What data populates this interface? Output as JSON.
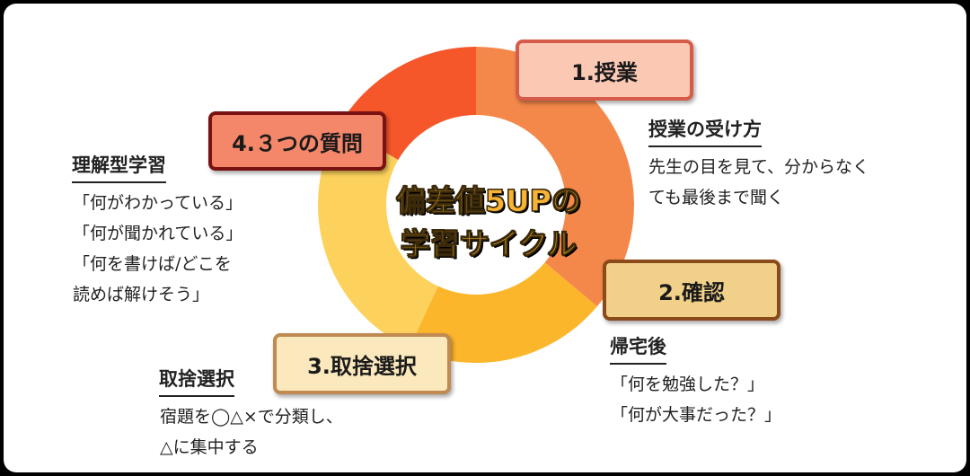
{
  "center_title": {
    "line1": "偏差値5UPの",
    "line2": "学習サイクル"
  },
  "colors": {
    "segment_1": "#f4884a",
    "segment_1_top": "#f7a56e",
    "segment_2": "#fbb62c",
    "segment_3": "#fcd25c",
    "segment_4": "#f5562a",
    "box_1_fill": "#fbc8b4",
    "box_1_border": "#d75b4b",
    "box_2_fill": "#f1d18a",
    "box_2_border": "#8a4a1a",
    "box_3_fill": "#fbe9bd",
    "box_3_border": "#c08a52",
    "box_4_fill": "#f4866a",
    "box_4_border": "#7a1212"
  },
  "steps": {
    "step1": {
      "label": "1.授業",
      "heading": "授業の受け方",
      "body": [
        "先生の目を見て、分からなく",
        "ても最後まで聞く"
      ]
    },
    "step2": {
      "label": "2.確認",
      "heading": "帰宅後",
      "body": [
        "「何を勉強した？」",
        "「何が大事だった？」"
      ]
    },
    "step3": {
      "label": "3.取捨選択",
      "heading": "取捨選択",
      "body": [
        "宿題を◯△×で分類し、",
        "△に集中する"
      ]
    },
    "step4": {
      "label": "4.３つの質問",
      "heading": "理解型学習",
      "body": [
        "「何がわかっている」",
        "「何が聞かれている」",
        "「何を書けば/どこを",
        "読めば解けそう」"
      ]
    }
  }
}
